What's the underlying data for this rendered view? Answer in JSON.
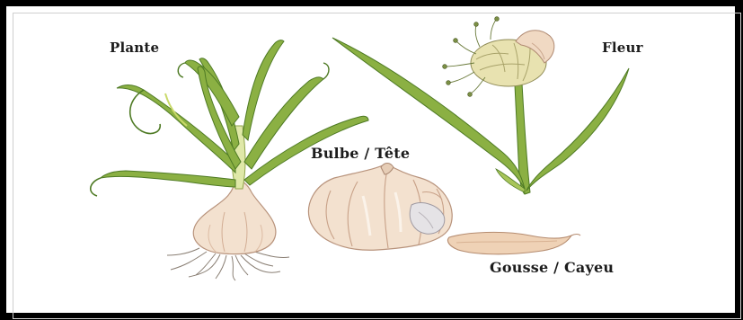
{
  "labels": {
    "plante": "Plante",
    "fleur": "Fleur",
    "bulbe": "Bulbe / Tête",
    "gousse": "Gousse / Cayeu"
  },
  "colors": {
    "frame": "#000000",
    "leaf_green": "#7fa73a",
    "leaf_dark": "#4e7a24",
    "leaf_light": "#c9d96a",
    "bulb_skin": "#f1dcc8",
    "bulb_shadow": "#d9b39a",
    "root": "#8a7f74",
    "flower_cream": "#e8e2b0"
  }
}
